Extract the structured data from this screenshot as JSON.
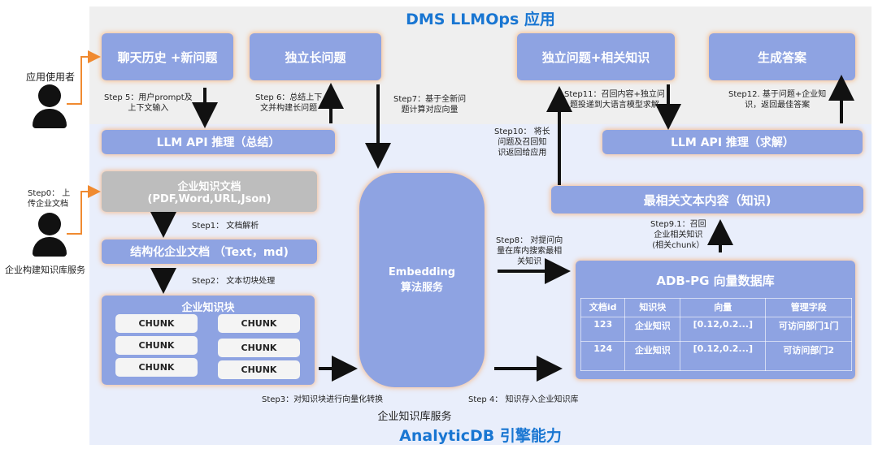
{
  "titles": {
    "app": "DMS LLMOps 应用",
    "engine": "AnalyticDB 引擎能力",
    "service": "企业知识库服务"
  },
  "actors": {
    "app_user": "应用使用者",
    "kb_builder": "企业构建知识库服务"
  },
  "boxes": {
    "chat_history": "聊天历史 +新问题",
    "standalone_question": "独立长问题",
    "question_knowledge": "独立问题+相关知识",
    "generate_answer": "生成答案",
    "llm_summary": "LLM API 推理（总结）",
    "llm_solve": "LLM API 推理（求解）",
    "enterprise_doc_title": "企业知识文档",
    "enterprise_doc_formats": "(PDF,Word,URL,Json)",
    "structured_doc": "结构化企业文档 （Text，md)",
    "knowledge_block": "企业知识块",
    "embedding_1": "Embedding",
    "embedding_2": "算法服务",
    "relevant_text": "最相关文本内容（知识)",
    "vector_db": "ADB-PG 向量数据库"
  },
  "chunks": [
    "CHUNK",
    "CHUNK",
    "CHUNK",
    "CHUNK",
    "CHUNK",
    "CHUNK"
  ],
  "db_table": {
    "headers": [
      "文档id",
      "知识块",
      "向量",
      "管理字段"
    ],
    "rows": [
      [
        "123",
        "企业知识",
        "[0.12,0.2...]",
        "可访问部门1门"
      ],
      [
        "124",
        "企业知识",
        "[0.12,0.2...]",
        "可访问部门2"
      ]
    ]
  },
  "steps": {
    "step0_a": "Step0：  上",
    "step0_b": "传企业文档",
    "step1": "Step1：  文档解析",
    "step2": "Step2：  文本切块处理",
    "step3": "Step3：对知识块进行向量化转换",
    "step4": "Step 4：  知识存入企业知识库",
    "step5_a": "Step 5：用户prompt及",
    "step5_b": "上下文输入",
    "step6_a": "Step 6：总结上下",
    "step6_b": "文并构建长问题",
    "step7_a": "Step7：基于全新问",
    "step7_b": "题计算对应向量",
    "step8_a": "Step8：  对提问向",
    "step8_b": "量在库内搜索最相",
    "step8_c": "关知识",
    "step9_a": "Step9.1：召回",
    "step9_b": "企业相关知识",
    "step9_c": "(相关chunk）",
    "step10_a": "Step10：  将长",
    "step10_b": "问题及召回知",
    "step10_c": "识返回给应用",
    "step11_a": "Step11：召回内容+独立问",
    "step11_b": "题投递到大语言模型求解",
    "step12_a": "Step12. 基于问题+企业知",
    "step12_b": "识，返回最佳答案"
  }
}
